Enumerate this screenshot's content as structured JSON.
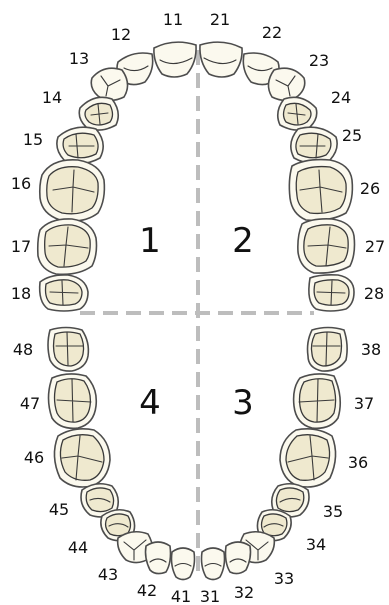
{
  "quadrants": [
    {
      "label": "1"
    },
    {
      "label": "2"
    },
    {
      "label": "3"
    },
    {
      "label": "4"
    }
  ],
  "teeth": [
    {
      "number": "11"
    },
    {
      "number": "12"
    },
    {
      "number": "13"
    },
    {
      "number": "14"
    },
    {
      "number": "15"
    },
    {
      "number": "16"
    },
    {
      "number": "17"
    },
    {
      "number": "18"
    },
    {
      "number": "21"
    },
    {
      "number": "22"
    },
    {
      "number": "23"
    },
    {
      "number": "24"
    },
    {
      "number": "25"
    },
    {
      "number": "26"
    },
    {
      "number": "27"
    },
    {
      "number": "28"
    },
    {
      "number": "31"
    },
    {
      "number": "32"
    },
    {
      "number": "33"
    },
    {
      "number": "34"
    },
    {
      "number": "35"
    },
    {
      "number": "36"
    },
    {
      "number": "37"
    },
    {
      "number": "38"
    },
    {
      "number": "41"
    },
    {
      "number": "42"
    },
    {
      "number": "43"
    },
    {
      "number": "44"
    },
    {
      "number": "45"
    },
    {
      "number": "46"
    },
    {
      "number": "47"
    },
    {
      "number": "48"
    }
  ],
  "colors": {
    "tooth_fill": "#fbf9ee",
    "tooth_inner": "#efe9cf",
    "outline": "#4d4d4d",
    "divider": "#bdbdbd",
    "text": "#111111"
  }
}
